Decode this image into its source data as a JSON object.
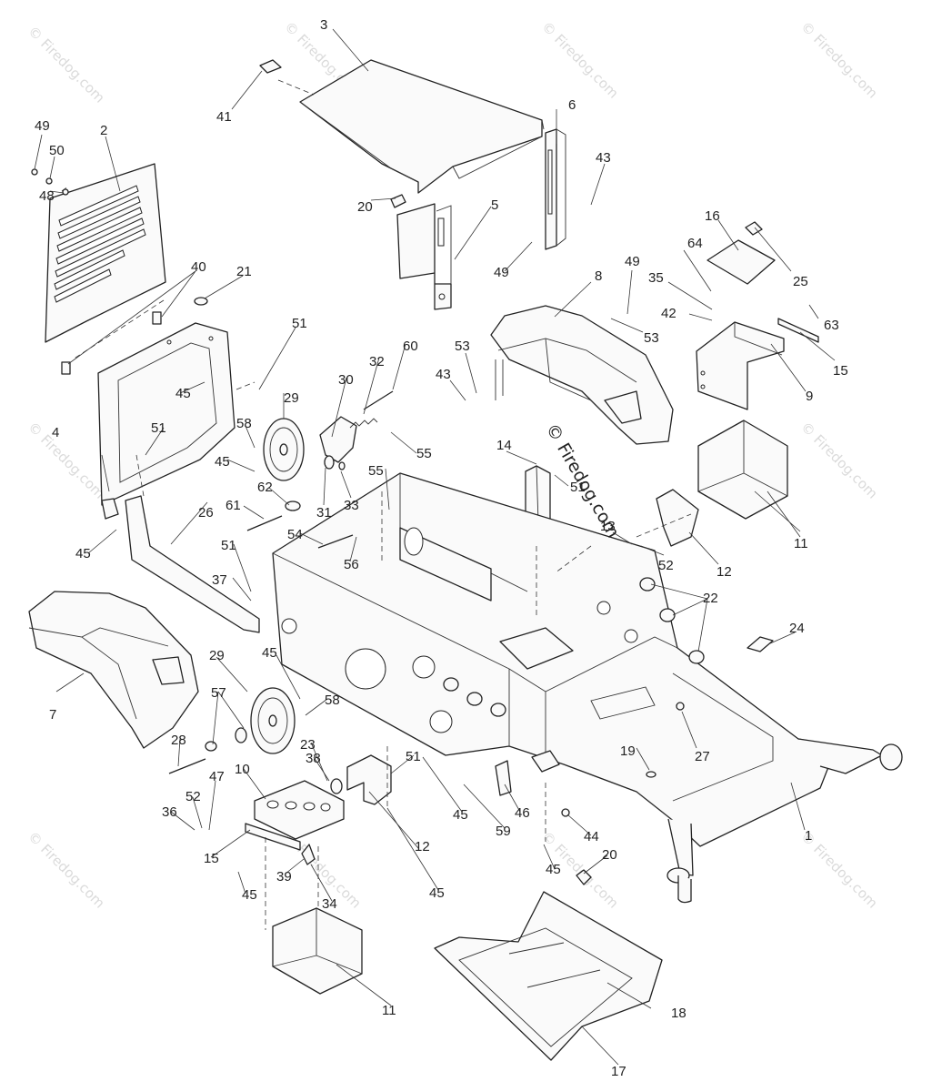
{
  "center_watermark": "© Firedog.com",
  "tile_watermark": "© Firedog.com",
  "callouts": [
    {
      "id": "c1",
      "text": "1"
    },
    {
      "id": "c2",
      "text": "2"
    },
    {
      "id": "c3",
      "text": "3"
    },
    {
      "id": "c4",
      "text": "4"
    },
    {
      "id": "c5",
      "text": "5"
    },
    {
      "id": "c6",
      "text": "6"
    },
    {
      "id": "c7",
      "text": "7"
    },
    {
      "id": "c8",
      "text": "8"
    },
    {
      "id": "c9",
      "text": "9"
    },
    {
      "id": "c10",
      "text": "10"
    },
    {
      "id": "c11a",
      "text": "11"
    },
    {
      "id": "c11b",
      "text": "11"
    },
    {
      "id": "c12a",
      "text": "12"
    },
    {
      "id": "c12b",
      "text": "12"
    },
    {
      "id": "c13",
      "text": "13"
    },
    {
      "id": "c14",
      "text": "14"
    },
    {
      "id": "c15a",
      "text": "15"
    },
    {
      "id": "c15b",
      "text": "15"
    },
    {
      "id": "c16",
      "text": "16"
    },
    {
      "id": "c17",
      "text": "17"
    },
    {
      "id": "c18",
      "text": "18"
    },
    {
      "id": "c19",
      "text": "19"
    },
    {
      "id": "c20a",
      "text": "20"
    },
    {
      "id": "c20b",
      "text": "20"
    },
    {
      "id": "c21",
      "text": "21"
    },
    {
      "id": "c22",
      "text": "22"
    },
    {
      "id": "c23",
      "text": "23"
    },
    {
      "id": "c24",
      "text": "24"
    },
    {
      "id": "c25",
      "text": "25"
    },
    {
      "id": "c26",
      "text": "26"
    },
    {
      "id": "c27",
      "text": "27"
    },
    {
      "id": "c28",
      "text": "28"
    },
    {
      "id": "c29a",
      "text": "29"
    },
    {
      "id": "c29b",
      "text": "29"
    },
    {
      "id": "c30",
      "text": "30"
    },
    {
      "id": "c31",
      "text": "31"
    },
    {
      "id": "c32",
      "text": "32"
    },
    {
      "id": "c33",
      "text": "33"
    },
    {
      "id": "c34",
      "text": "34"
    },
    {
      "id": "c35",
      "text": "35"
    },
    {
      "id": "c36",
      "text": "36"
    },
    {
      "id": "c37",
      "text": "37"
    },
    {
      "id": "c38",
      "text": "38"
    },
    {
      "id": "c39",
      "text": "39"
    },
    {
      "id": "c40",
      "text": "40"
    },
    {
      "id": "c41",
      "text": "41"
    },
    {
      "id": "c42",
      "text": "42"
    },
    {
      "id": "c43a",
      "text": "43"
    },
    {
      "id": "c43b",
      "text": "43"
    },
    {
      "id": "c44",
      "text": "44"
    },
    {
      "id": "c45a",
      "text": "45"
    },
    {
      "id": "c45b",
      "text": "45"
    },
    {
      "id": "c45c",
      "text": "45"
    },
    {
      "id": "c45d",
      "text": "45"
    },
    {
      "id": "c45e",
      "text": "45"
    },
    {
      "id": "c45f",
      "text": "45"
    },
    {
      "id": "c45g",
      "text": "45"
    },
    {
      "id": "c45h",
      "text": "45"
    },
    {
      "id": "c46",
      "text": "46"
    },
    {
      "id": "c47",
      "text": "47"
    },
    {
      "id": "c48",
      "text": "48"
    },
    {
      "id": "c49a",
      "text": "49"
    },
    {
      "id": "c49b",
      "text": "49"
    },
    {
      "id": "c49c",
      "text": "49"
    },
    {
      "id": "c50",
      "text": "50"
    },
    {
      "id": "c51a",
      "text": "51"
    },
    {
      "id": "c51b",
      "text": "51"
    },
    {
      "id": "c51c",
      "text": "51"
    },
    {
      "id": "c51d",
      "text": "51"
    },
    {
      "id": "c51e",
      "text": "51"
    },
    {
      "id": "c52a",
      "text": "52"
    },
    {
      "id": "c52b",
      "text": "52"
    },
    {
      "id": "c53a",
      "text": "53"
    },
    {
      "id": "c53b",
      "text": "53"
    },
    {
      "id": "c54",
      "text": "54"
    },
    {
      "id": "c55a",
      "text": "55"
    },
    {
      "id": "c55b",
      "text": "55"
    },
    {
      "id": "c56",
      "text": "56"
    },
    {
      "id": "c57",
      "text": "57"
    },
    {
      "id": "c58a",
      "text": "58"
    },
    {
      "id": "c58b",
      "text": "58"
    },
    {
      "id": "c59",
      "text": "59"
    },
    {
      "id": "c60",
      "text": "60"
    },
    {
      "id": "c61",
      "text": "61"
    },
    {
      "id": "c62",
      "text": "62"
    },
    {
      "id": "c63",
      "text": "63"
    },
    {
      "id": "c64",
      "text": "64"
    }
  ]
}
